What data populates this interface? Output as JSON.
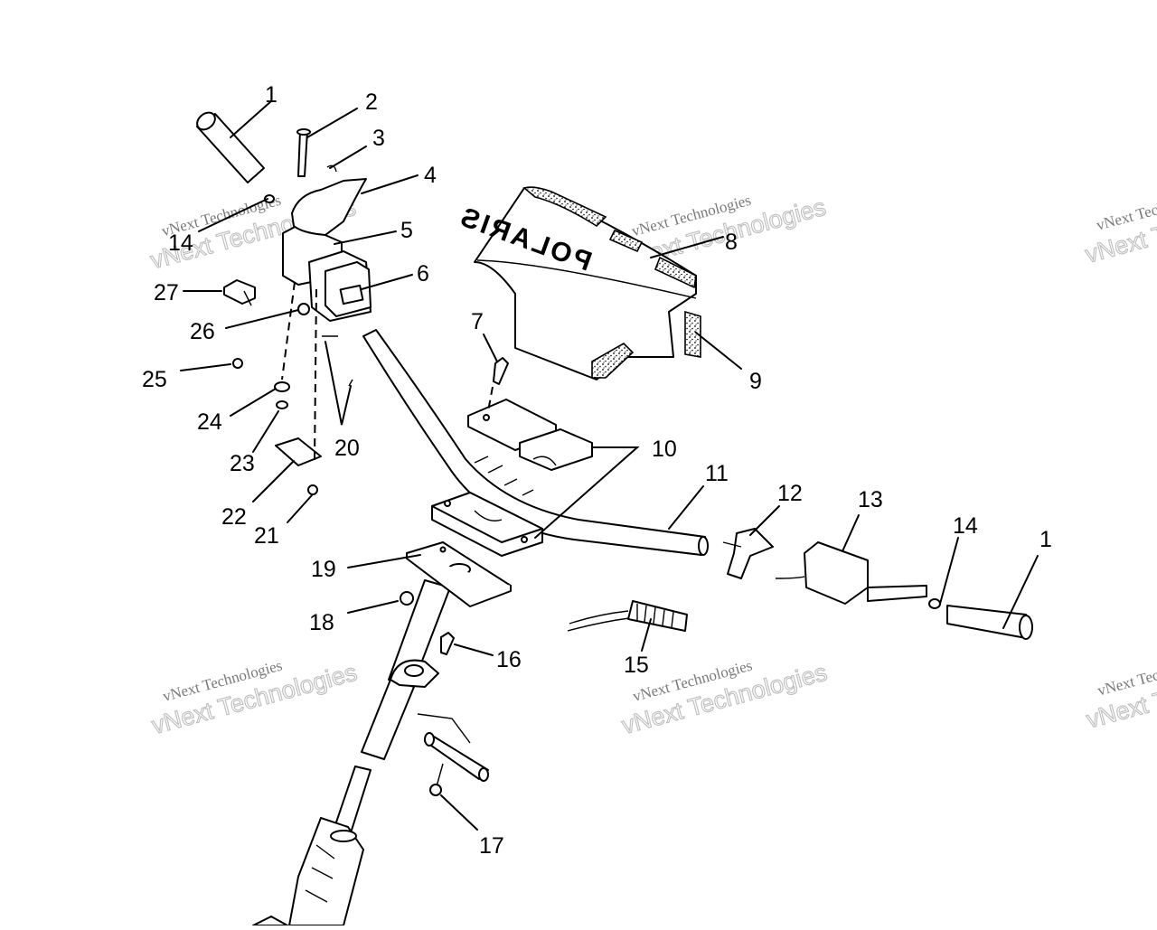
{
  "diagram": {
    "callouts": [
      "1",
      "2",
      "3",
      "4",
      "14",
      "5",
      "27",
      "6",
      "26",
      "25",
      "24",
      "23",
      "20",
      "22",
      "21",
      "8",
      "9",
      "7",
      "10",
      "11",
      "12",
      "13",
      "14",
      "1",
      "19",
      "18",
      "16",
      "15",
      "17"
    ],
    "logo_text": "POLARIS",
    "watermark": {
      "line1": "vNext Technologies",
      "line2": "vNext Technologies"
    }
  }
}
